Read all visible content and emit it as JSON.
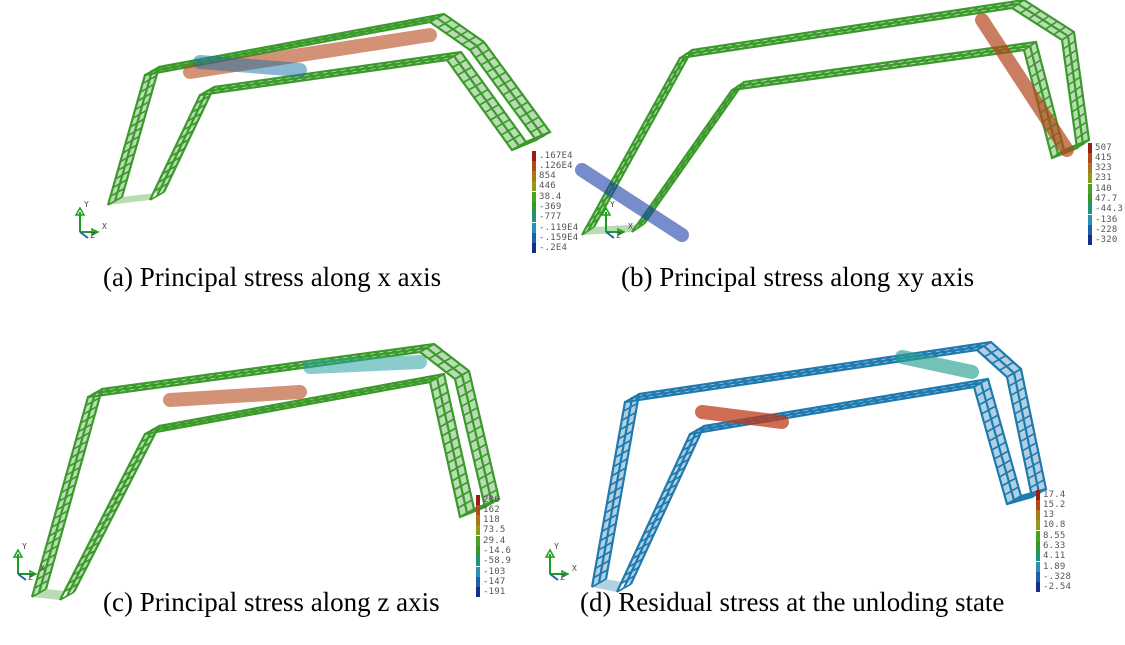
{
  "panels": [
    {
      "caption": "(a) Principal stress along x axis",
      "body_color": "#3a9a2a",
      "hot_spots": [
        "#b5471b",
        "#1a6fa8"
      ],
      "legend_values": [
        ".167E4",
        ".126E4",
        "854",
        "446",
        "38.4",
        "-369",
        "-777",
        "-.119E4",
        "-.159E4",
        "-.2E4"
      ]
    },
    {
      "caption": "(b) Principal stress along xy axis",
      "body_color": "#3a9a2a",
      "hot_spots": [
        "#b5471b",
        "#1a3fa8"
      ],
      "legend_values": [
        "507",
        "415",
        "323",
        "231",
        "140",
        "47.7",
        "-44.3",
        "-136",
        "-228",
        "-320"
      ]
    },
    {
      "caption": "(c) Principal stress along z axis",
      "body_color": "#3a9a2a",
      "hot_spots": [
        "#b5471b",
        "#2aa0a0"
      ],
      "legend_values": [
        "206",
        "162",
        "118",
        "73.5",
        "29.4",
        "-14.6",
        "-58.9",
        "-103",
        "-147",
        "-191"
      ]
    },
    {
      "caption": "(d) Residual stress at the unloding state",
      "body_color": "#1f7ab0",
      "hot_spots": [
        "#c0391b",
        "#2aa090"
      ],
      "legend_values": [
        "17.4",
        "15.2",
        "13",
        "10.8",
        "8.55",
        "6.33",
        "4.11",
        "1.89",
        "-.328",
        "-2.54"
      ]
    }
  ],
  "legend_colors": [
    "#9b1c12",
    "#b5471b",
    "#a9781a",
    "#8e9a18",
    "#4aa11a",
    "#2f9a2a",
    "#22937a",
    "#2a8fb0",
    "#1f5fa8",
    "#142f8c"
  ],
  "axis_triad": {
    "y_label": "Y",
    "x_label": "X",
    "z_label": "Z",
    "color": "#1aa01a"
  }
}
